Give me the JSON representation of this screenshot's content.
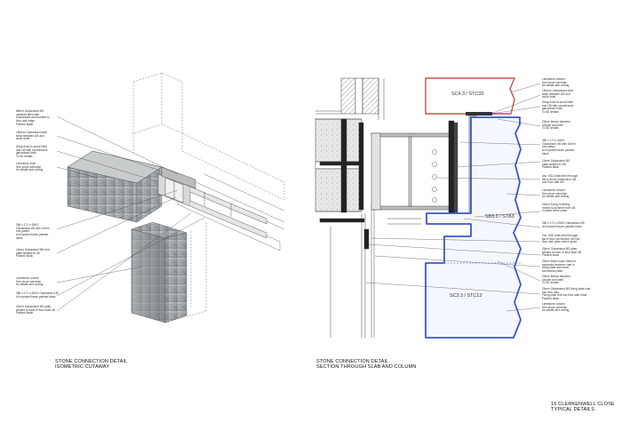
{
  "left_notes": [
    [
      "85mm Galvanised MS",
      "cassette fitted with",
      "bracket/slot and bonded to",
      "floor slab edge",
      "Painted black"
    ],
    [
      "150mm Galvanised steel",
      "strap between UB and",
      "stone lintel"
    ],
    [
      "Strap fixed to stone lintel",
      "and UB with countersunk",
      "galvanised bolts",
      "To SE details"
    ],
    [
      "Limestone lintel",
      "See stone schedule",
      "for details and coding"
    ],
    [
      "356 x 171 x 45KG",
      "Galvanised UB with 10mm",
      "end plates",
      "All exposed faces painted",
      "black"
    ],
    [
      "10mm Galvanised MS end",
      "plate welded to UB",
      "Painted black"
    ],
    [
      "Limestone column",
      "See stone schedule",
      "for details and coding"
    ],
    [
      "356 x 171 x 45KG Galvanised UB",
      "All exposed faces painted black"
    ],
    [
      "20mm Galvanised MS plate",
      "welded to back of floor slab UB",
      "Painted black"
    ]
  ],
  "right_notes": [
    [
      "Limestone column",
      "See stone schedule",
      "for details and coding"
    ],
    [
      "150mm Galvanised steel",
      "strap between UB and",
      "stone lintel"
    ],
    [
      "Strap fixed to stone lintel",
      "and UB with countersunk",
      "galvanised bolts",
      "To SE details"
    ],
    [
      "20mm Mortar between",
      "column and lintel",
      "To SE details"
    ],
    [
      "356 x 171 x 45KG",
      "Galvanised UB with 10mm",
      "end plates",
      "All exposed faces painted",
      "black"
    ],
    [
      "10mm Galvanised MS",
      "plate welded to UB",
      "Painted black"
    ],
    [
      "4no. M12 bolts fixed through",
      "tab in stone connection UB",
      "and floor slab UB"
    ],
    [
      "Limestone column",
      "See stone schedule",
      "for details and coding"
    ],
    [
      "20mm Epoxy levelling",
      "mortar to achieve level UB",
      "in stone lintel cutout"
    ],
    [
      "356 x 171 x 45KG Galvanised UB",
      "All exposed faces painted black"
    ],
    [
      "2no. M20 bolts fixed through",
      "tab in floor connection UB into",
      "floor slab plate cast in place"
    ],
    [
      "20mm Galvanised MS plate",
      "welded to back of floor slab UB",
      "Painted black"
    ],
    [
      "20mm Black nylon thermal",
      "separator between cast in",
      "fixing plate and stone",
      "connection plate"
    ],
    [
      "20mm Mortar between",
      "column and lintel",
      "To SE details"
    ],
    [
      "20mm Galvanised MS fixing plate cast",
      "into floor slab",
      "Fixing plate bolt into floor slab rebar",
      "Painted black"
    ],
    [
      "Limestone column",
      "See stone schedule",
      "for details and coding"
    ]
  ],
  "tags": {
    "upper": "SC4.3 / STC33",
    "beam": "SB3.3 / STB3",
    "lower": "SC3.3 / STC13"
  },
  "captions": {
    "left": [
      "STONE CONNECTION DETAIL",
      "ISOMETRIC CUTAWAY"
    ],
    "middle": [
      "STONE CONNECTION DETAIL",
      "SECTION THROUGH SLAB AND COLUMN"
    ],
    "right": [
      "15 CLERKENWELL CLOSE",
      "TYPICAL DETAILS"
    ]
  },
  "colors": {
    "outline_blue": "#3d56c8",
    "outline_red": "#c0554a",
    "stone": "#9ea3a6",
    "line": "#444444"
  }
}
